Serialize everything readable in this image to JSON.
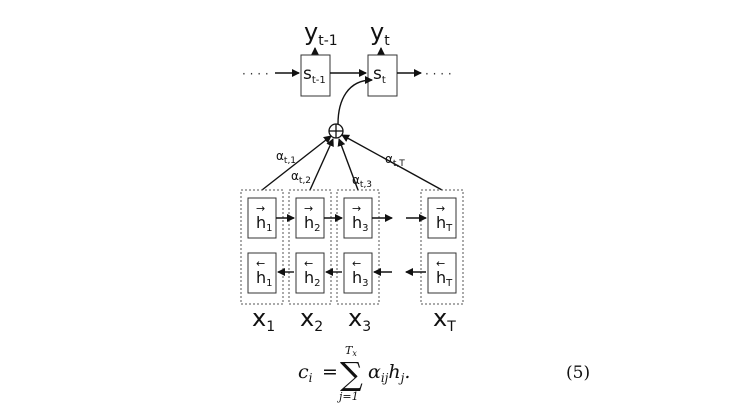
{
  "decoder": {
    "outputs": [
      {
        "base": "y",
        "sub": "t-1"
      },
      {
        "base": "y",
        "sub": "t"
      }
    ],
    "states": [
      {
        "base": "s",
        "sub": "t-1"
      },
      {
        "base": "s",
        "sub": "t"
      }
    ],
    "ellipsis_left": "· · · ·",
    "ellipsis_right": "· · · ·"
  },
  "combiner": {
    "symbol": "⊕"
  },
  "attention_weights": [
    {
      "base": "α",
      "sub": "t,1"
    },
    {
      "base": "α",
      "sub": "t,2"
    },
    {
      "base": "α",
      "sub": "t,3"
    },
    {
      "base": "α",
      "sub": "t,T"
    }
  ],
  "encoder": {
    "forward_states": [
      {
        "arrow": "→",
        "base": "h",
        "sub": "1"
      },
      {
        "arrow": "→",
        "base": "h",
        "sub": "2"
      },
      {
        "arrow": "→",
        "base": "h",
        "sub": "3"
      },
      {
        "arrow": "→",
        "base": "h",
        "sub": "T"
      }
    ],
    "backward_states": [
      {
        "arrow": "←",
        "base": "h",
        "sub": "1"
      },
      {
        "arrow": "←",
        "base": "h",
        "sub": "2"
      },
      {
        "arrow": "←",
        "base": "h",
        "sub": "3"
      },
      {
        "arrow": "←",
        "base": "h",
        "sub": "T"
      }
    ],
    "inputs": [
      {
        "base": "x",
        "sub": "1"
      },
      {
        "base": "x",
        "sub": "2"
      },
      {
        "base": "x",
        "sub": "3"
      },
      {
        "base": "x",
        "sub": "T"
      }
    ]
  },
  "equation": {
    "lhs": "c",
    "lhs_sub": "i",
    "equals": "=",
    "sum_symbol": "∑",
    "upper_limit": "T",
    "upper_limit_sub": "x",
    "lower_limit": "j=1",
    "term_alpha": "α",
    "term_alpha_sub": "ij",
    "term_h": "h",
    "term_h_sub": "j",
    "period": ".",
    "number": "(5)"
  }
}
